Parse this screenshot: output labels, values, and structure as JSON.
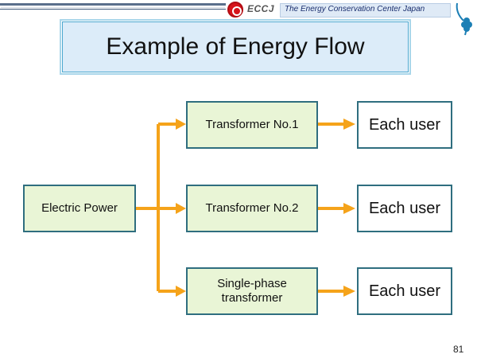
{
  "header": {
    "logo_text": "ECCJ",
    "org_name": "The Energy Conservation Center Japan",
    "logo_icon": "eccj-logo-icon",
    "clover_icon": "clover-icon"
  },
  "title": "Example of Energy Flow",
  "diagram": {
    "source": "Electric Power",
    "transformers": [
      "Transformer No.1",
      "Transformer No.2",
      "Single-phase\ntransformer"
    ],
    "users": [
      "Each user",
      "Each user",
      "Each user"
    ]
  },
  "page_number": "81",
  "colors": {
    "arrow": "#f5a31a",
    "box_fill": "#e9f5d6",
    "box_border": "#2f6e7f",
    "title_fill": "#dcecf9"
  }
}
